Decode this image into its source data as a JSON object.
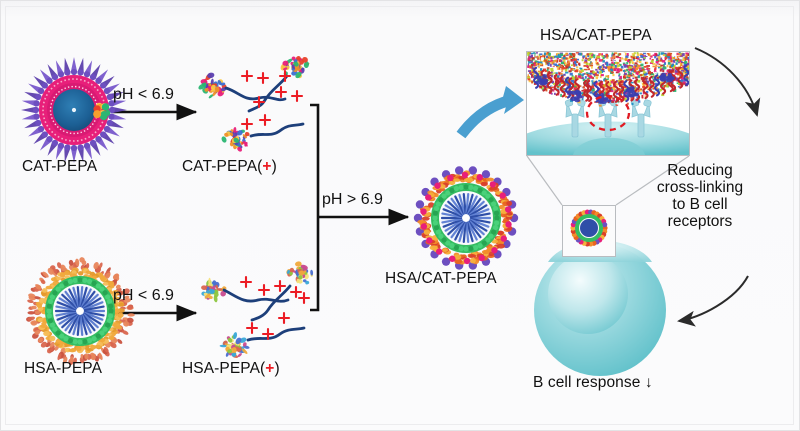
{
  "figure": {
    "type": "scientific-schematic",
    "background_color": "#fbfbfc",
    "frame_color": "#e3e3e5"
  },
  "labels": {
    "cat_pepa": "CAT-PEPA",
    "cat_pepa_plus_base": "CAT-PEPA(",
    "cat_pepa_plus_sign": "+",
    "cat_pepa_plus_close": ")",
    "hsa_pepa": "HSA-PEPA",
    "hsa_pepa_plus_base": "HSA-PEPA(",
    "hsa_pepa_plus_sign": "+",
    "hsa_pepa_plus_close": ")",
    "hsa_cat_pepa": "HSA/CAT-PEPA",
    "inset_title": "HSA/CAT-PEPA",
    "b_cell_response": "B cell response",
    "b_cell_response_arrow": "↓"
  },
  "reactions": {
    "ph_low_top": "pH < 6.9",
    "ph_low_bottom": "pH < 6.9",
    "ph_high": "pH > 6.9"
  },
  "annotation": {
    "line1": "Reducing",
    "line2": "cross-linking",
    "line3": "to B cell",
    "line4": "receptors"
  },
  "colors": {
    "cat_outer_spikes": "#6d4fc0",
    "cat_ring": "#e81f7a",
    "cat_core": "#1c5f94",
    "hsa_outer": "#e0785f",
    "hsa_mid": "#f0a93c",
    "hsa_ring": "#35bd62",
    "hsa_core": "#2f4fa8",
    "charge_plus": "#ec1c24",
    "polymer_chain": "#1d3f7a",
    "b_cell": "#7fcdd4",
    "receptor": "#a9d8e3",
    "blue_arrow": "#4a9fd0",
    "dashed_circle": "#e01b24",
    "black_arrow": "#1a1a1a"
  },
  "elements": {
    "cat_pepa_nanoparticle": "spiked-micelle-purple-magenta-blue",
    "hsa_pepa_nanoparticle": "radial-micelle-orange-green-blue",
    "hsa_cat_pepa_nanoparticle": "mixed-micelle-multicolor",
    "cat_pepa_plus_chains": "three-protein-polymer-conjugates-positively-charged",
    "hsa_pepa_plus_chains": "three-protein-polymer-conjugates-positively-charged",
    "inset_panel": "protein-corona-over-b-cell-receptors",
    "b_cell": "large-sphere-with-nucleus",
    "receptors_count": 3,
    "dashed_highlight": "red-dashed-circle-on-central-receptor"
  }
}
